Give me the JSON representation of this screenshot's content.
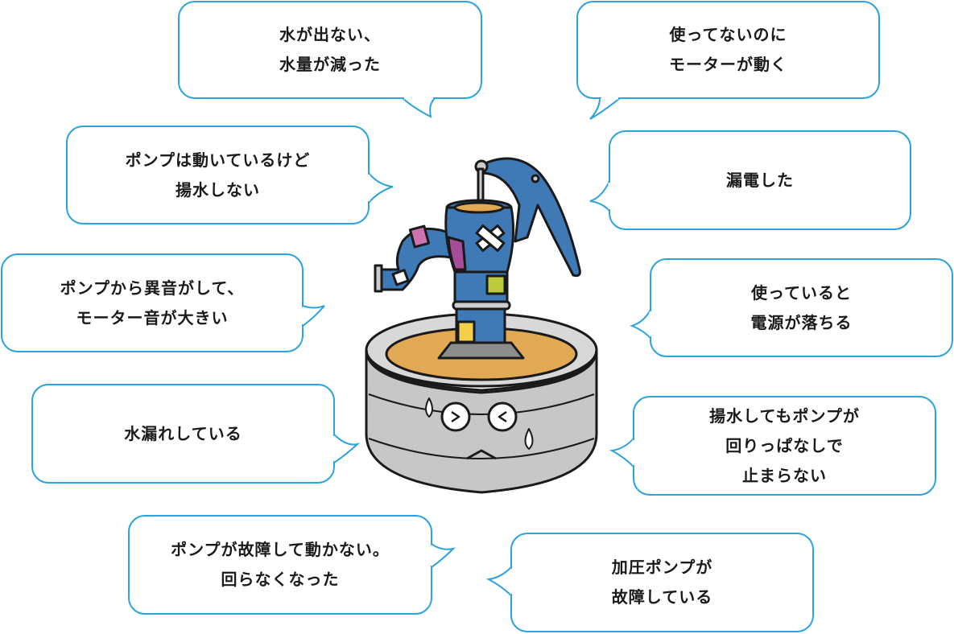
{
  "colors": {
    "bubble_border": "#2aa3de",
    "pump_blue": "#3f79b6",
    "stone": "#c7c7c7",
    "wood": "#e2a955"
  },
  "bubbles": [
    {
      "lines": [
        "水が出ない、",
        "水量が減った"
      ]
    },
    {
      "lines": [
        "使ってないのに",
        "モーターが動く"
      ]
    },
    {
      "lines": [
        "ポンプは動いているけど",
        "揚水しない"
      ]
    },
    {
      "lines": [
        "漏電した"
      ]
    },
    {
      "lines": [
        "ポンプから異音がして、",
        "モーター音が大きい"
      ]
    },
    {
      "lines": [
        "使っていると",
        "電源が落ちる"
      ]
    },
    {
      "lines": [
        "水漏れしている"
      ]
    },
    {
      "lines": [
        "揚水してもポンプが",
        "回りっぱなしで",
        "止まらない"
      ]
    },
    {
      "lines": [
        "ポンプが故障して動かない。",
        "回らなくなった"
      ]
    },
    {
      "lines": [
        "加圧ポンプが",
        "故障している"
      ]
    }
  ]
}
